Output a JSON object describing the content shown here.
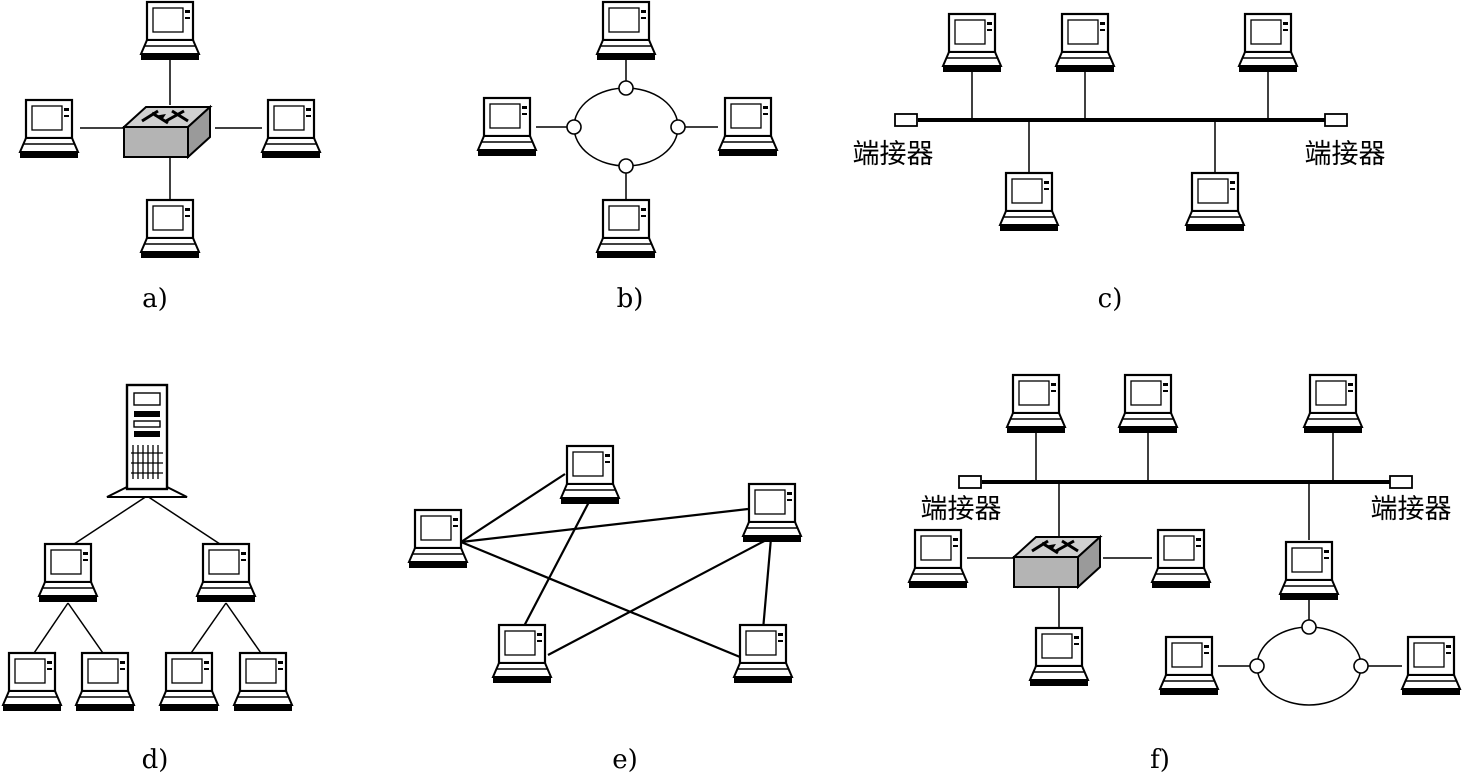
{
  "panels": [
    {
      "key": "a",
      "caption": "a)"
    },
    {
      "key": "b",
      "caption": "b)"
    },
    {
      "key": "c",
      "caption": "c)"
    },
    {
      "key": "d",
      "caption": "d)"
    },
    {
      "key": "e",
      "caption": "e)"
    },
    {
      "key": "f",
      "caption": "f)"
    }
  ],
  "terminator_label": "端接器",
  "icons": {
    "laptop": "laptop-icon",
    "switch": "switch-hub-icon",
    "server": "server-tower-icon",
    "terminator": "terminator-icon",
    "ring_node": "ring-node-icon"
  },
  "colors": {
    "line": "#000000",
    "switch_fill": "#b4b4b4",
    "laptop_fill": "#ffffff",
    "background": "#ffffff"
  }
}
